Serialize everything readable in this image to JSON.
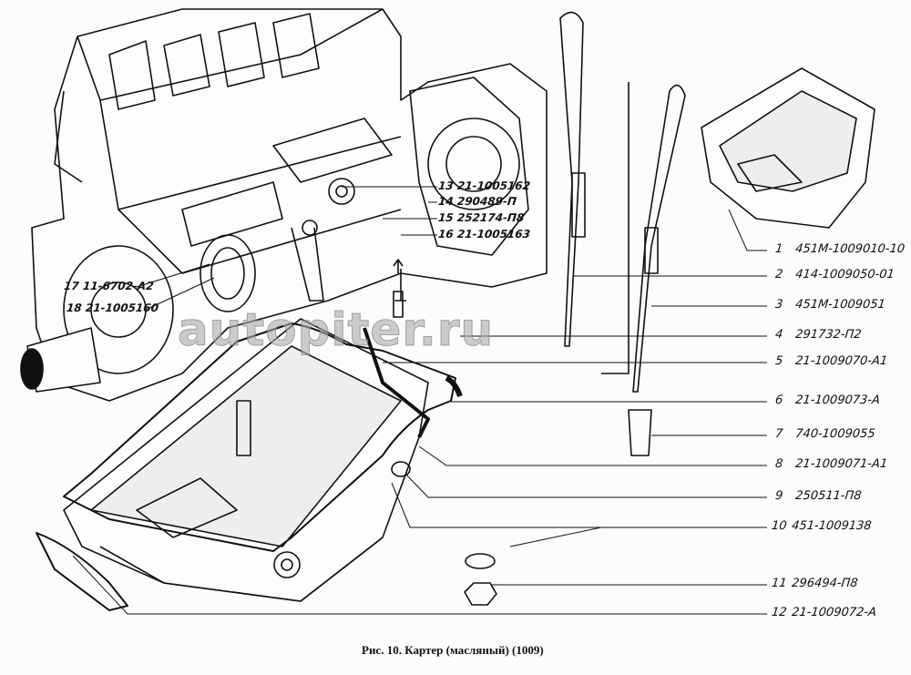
{
  "watermark": "autopiter.ru",
  "caption": "Рис. 10. Картер (масляный) (1009)",
  "parts": [
    {
      "num": "1",
      "code": "451М-1009010-10"
    },
    {
      "num": "2",
      "code": "414-1009050-01"
    },
    {
      "num": "3",
      "code": "451М-1009051"
    },
    {
      "num": "4",
      "code": "291732-П2"
    },
    {
      "num": "5",
      "code": "21-1009070-А1"
    },
    {
      "num": "6",
      "code": "21-1009073-А"
    },
    {
      "num": "7",
      "code": "740-1009055"
    },
    {
      "num": "8",
      "code": "21-1009071-А1"
    },
    {
      "num": "9",
      "code": "250511-П8"
    },
    {
      "num": "10",
      "code": "451-1009138"
    },
    {
      "num": "11",
      "code": "296494-П8"
    },
    {
      "num": "12",
      "code": "21-1009072-А"
    },
    {
      "num": "13",
      "code": "21-1005162"
    },
    {
      "num": "14",
      "code": "290489-П"
    },
    {
      "num": "15",
      "code": "252174-П8"
    },
    {
      "num": "16",
      "code": "21-1005163"
    },
    {
      "num": "17",
      "code": "11-6702-А2"
    },
    {
      "num": "18",
      "code": "21-1005160"
    }
  ]
}
